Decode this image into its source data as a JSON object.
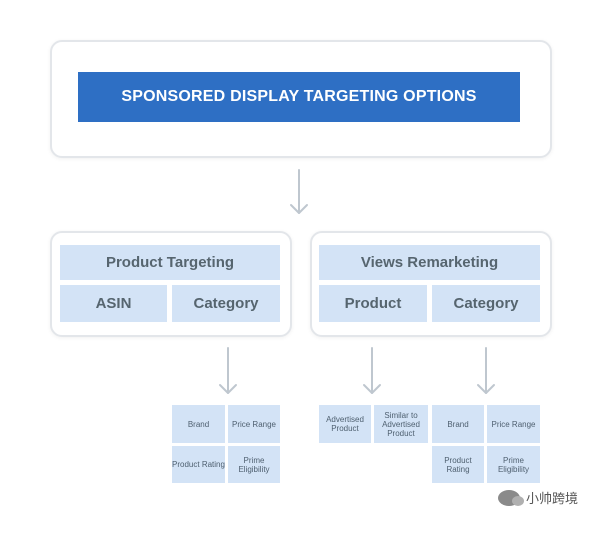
{
  "title": "SPONSORED DISPLAY TARGETING OPTIONS",
  "product_targeting": {
    "heading": "Product Targeting",
    "left": "ASIN",
    "right": "Category",
    "category_options": [
      "Brand",
      "Price Range",
      "Product Rating",
      "Prime Eligibility"
    ]
  },
  "views_remarketing": {
    "heading": "Views Remarketing",
    "left": "Product",
    "right": "Category",
    "product_options": [
      "Advertised Product",
      "Similar to Advertised Product"
    ],
    "category_options": [
      "Brand",
      "Price Range",
      "Product Rating",
      "Prime Eligibility"
    ]
  },
  "watermark": "小帅跨境"
}
